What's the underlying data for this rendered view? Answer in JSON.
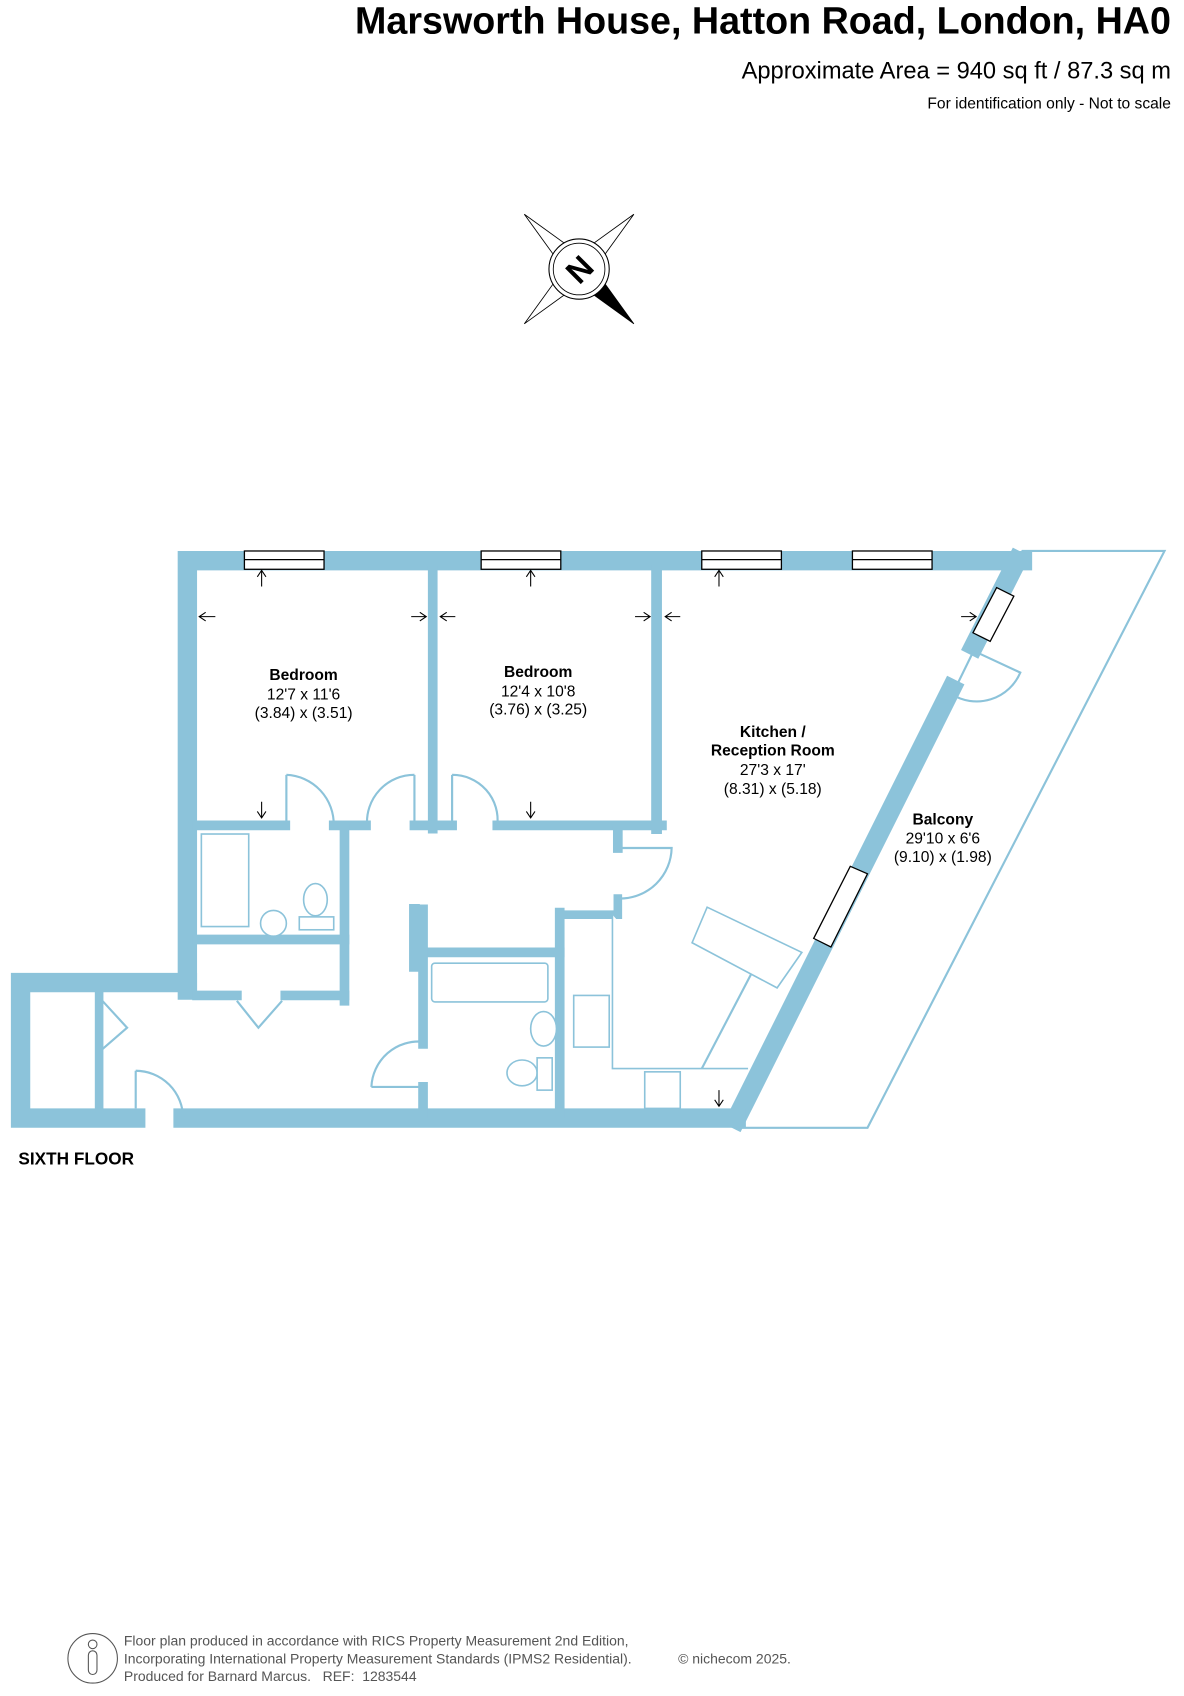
{
  "header": {
    "title": "Marsworth House, Hatton Road, London, HA0",
    "area": "Approximate Area = 940 sq ft / 87.3 sq m",
    "disclaimer": "For identification only - Not to scale"
  },
  "compass": {
    "letter": "N"
  },
  "rooms": [
    {
      "name": "Bedroom",
      "imperial": "12'7 x 11'6",
      "metric": "(3.84) x (3.51)"
    },
    {
      "name": "Bedroom",
      "imperial": "12'4 x 10'8",
      "metric": "(3.76) x (3.25)"
    },
    {
      "name_line1": "Kitchen /",
      "name_line2": "Reception Room",
      "imperial": "27'3 x 17'",
      "metric": "(8.31) x (5.18)"
    },
    {
      "name": "Balcony",
      "imperial": "29'10 x 6'6",
      "metric": "(9.10) x (1.98)"
    }
  ],
  "floor_label": "SIXTH FLOOR",
  "footer": {
    "line1": "Floor plan produced in accordance with RICS Property Measurement 2nd Edition,",
    "line2": "Incorporating International Property Measurement Standards (IPMS2 Residential).",
    "copyright": "© nichecom 2025.",
    "line3": "Produced for Barnard Marcus.   REF:  1283544"
  },
  "colors": {
    "wall": "#8cc3da"
  }
}
